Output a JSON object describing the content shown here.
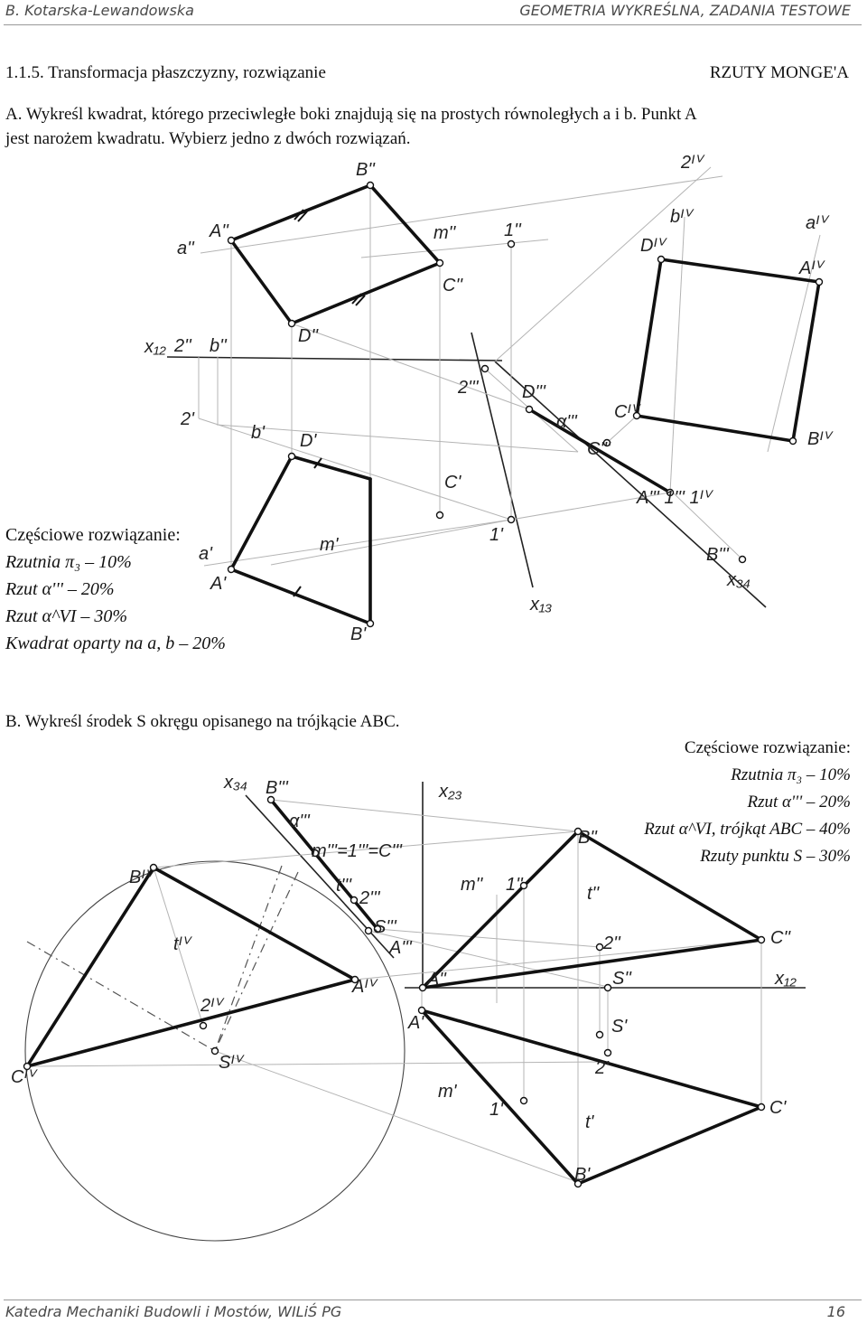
{
  "header": {
    "author": "B. Kotarska-Lewandowska",
    "title": "GEOMETRIA WYKREŚLNA, ZADANIA TESTOWE"
  },
  "section": {
    "heading": "1.1.5. Transformacja płaszczyzny, rozwiązanie",
    "tag": "RZUTY MONGE'A"
  },
  "task_a": {
    "line1": "A. Wykreśl kwadrat, którego przeciwległe boki znajdują się na prostych równoległych a i b. Punkt A",
    "line2": "jest narożem kwadratu. Wybierz jedno z dwóch rozwiązań.",
    "credit_title": "Częściowe rozwiązanie:",
    "credit_items": [
      "Rzutnia π₃ – 10%",
      "Rzut α''' – 20%",
      "Rzut α^VI – 30%",
      "Kwadrat oparty na a, b – 20%"
    ]
  },
  "task_b": {
    "line1": "B. Wykreśl środek S okręgu opisanego na trójkącie ABC.",
    "credit_title": "Częściowe rozwiązanie:",
    "credit_items": [
      "Rzutnia π₃ – 10%",
      "Rzut α''' – 20%",
      "Rzut α^VI, trójkąt ABC – 40%",
      "Rzuty punktu S – 30%"
    ]
  },
  "diagram_labels": {
    "a_B2": "B''",
    "a_2IV": "2ᴵⱽ",
    "a_a2": "a''",
    "a_A2": "A''",
    "a_m2": "m''",
    "a_1_2": "1''",
    "a_C2": "C''",
    "a_bIV": "bᴵⱽ",
    "a_DIV": "Dᴵⱽ",
    "a_aIV": "aᴵⱽ",
    "a_AIV": "Aᴵⱽ",
    "a_x12": "x₁₂",
    "a_2_2": "2''",
    "a_b2": "b''",
    "a_D2": "D''",
    "a_2_1": "2'",
    "a_b1": "b'",
    "a_D1": "D'",
    "a_2_3": "2'''",
    "a_D3": "D'''",
    "a_alpha3": "α'''",
    "a_CIV": "Cᴵⱽ",
    "a_C3": "C'''",
    "a_BIV": "Bᴵⱽ",
    "a_C1": "C'",
    "a_A3_1_3_1IV": "A''' 1''' 1ᴵⱽ",
    "a_1_1": "1'",
    "a_m1": "m'",
    "a_a1": "a'",
    "a_A1": "A'",
    "a_B3": "B'''",
    "a_x34": "x₃₄",
    "a_x13": "x₁₃",
    "a_B1": "B'",
    "b_x34": "x₃₄",
    "b_B3": "B'''",
    "b_x23": "x₂₃",
    "b_alpha3": "α'''",
    "b_m3eq": "m'''=1'''=C'''",
    "b_B2": "B''",
    "b_BIV": "Bᴵⱽ",
    "b_t3": "t'''",
    "b_2_3": "2'''",
    "b_m2": "m''",
    "b_1_2": "1''",
    "b_t2": "t''",
    "b_S3": "S'''",
    "b_A3": "A'''",
    "b_tIV": "tᴵⱽ",
    "b_2_2": "2''",
    "b_C2": "C''",
    "b_AIV": "Aᴵⱽ",
    "b_A2": "A''",
    "b_S2": "S''",
    "b_x12": "x₁₂",
    "b_2IV": "2ᴵⱽ",
    "b_A1": "A'",
    "b_S1": "S'",
    "b_CIV": "Cᴵⱽ",
    "b_SIV": "Sᴵⱽ",
    "b_2_1": "2'",
    "b_m1": "m'",
    "b_1_1": "1'",
    "b_t1": "t'",
    "b_C1": "C'",
    "b_B1": "B'"
  },
  "footer": {
    "institution": "Katedra Mechaniki Budowli i Mostów, WILiŚ PG",
    "page": "16"
  }
}
